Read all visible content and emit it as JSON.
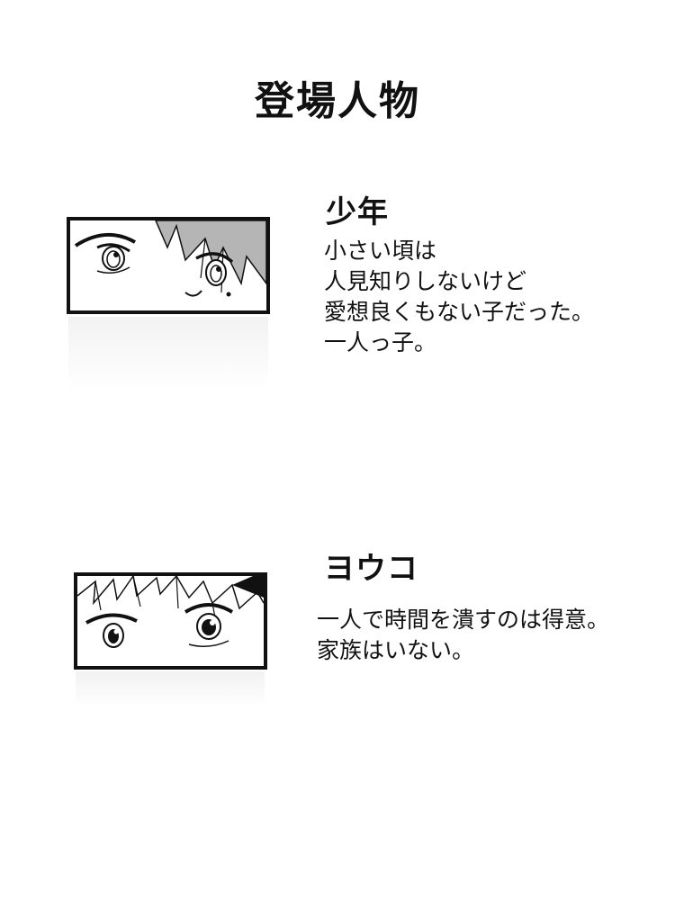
{
  "page": {
    "title": "登場人物"
  },
  "characters": [
    {
      "name": "少年",
      "description": "小さい頃は\n人見知りしないけど\n愛想良くもない子だった。\n一人っ子。",
      "portrait_icon": "boy-eyes-icon"
    },
    {
      "name": "ヨウコ",
      "description": "一人で時間を潰すのは得意。\n家族はいない。",
      "portrait_icon": "youko-eyes-icon"
    }
  ],
  "colors": {
    "ink": "#111111",
    "hair_tone": "#b5b5b5",
    "background": "#ffffff"
  }
}
